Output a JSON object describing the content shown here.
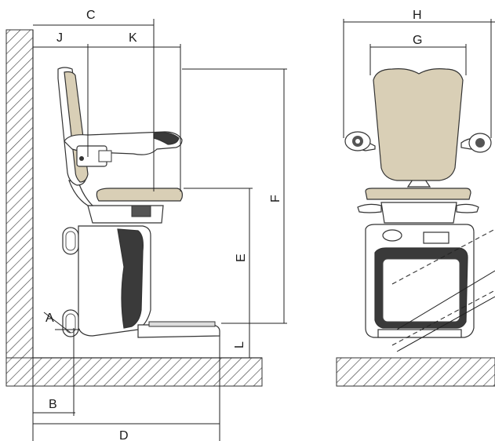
{
  "diagram": {
    "labels": {
      "A": "A",
      "B": "B",
      "C": "C",
      "D": "D",
      "E": "E",
      "F": "F",
      "G": "G",
      "H": "H",
      "J": "J",
      "K": "K",
      "L": "L"
    },
    "colors": {
      "upholstery": "#d9cfb6",
      "outline": "#333333",
      "hatch": "#444444",
      "body_dark": "#3a3a3a"
    }
  }
}
